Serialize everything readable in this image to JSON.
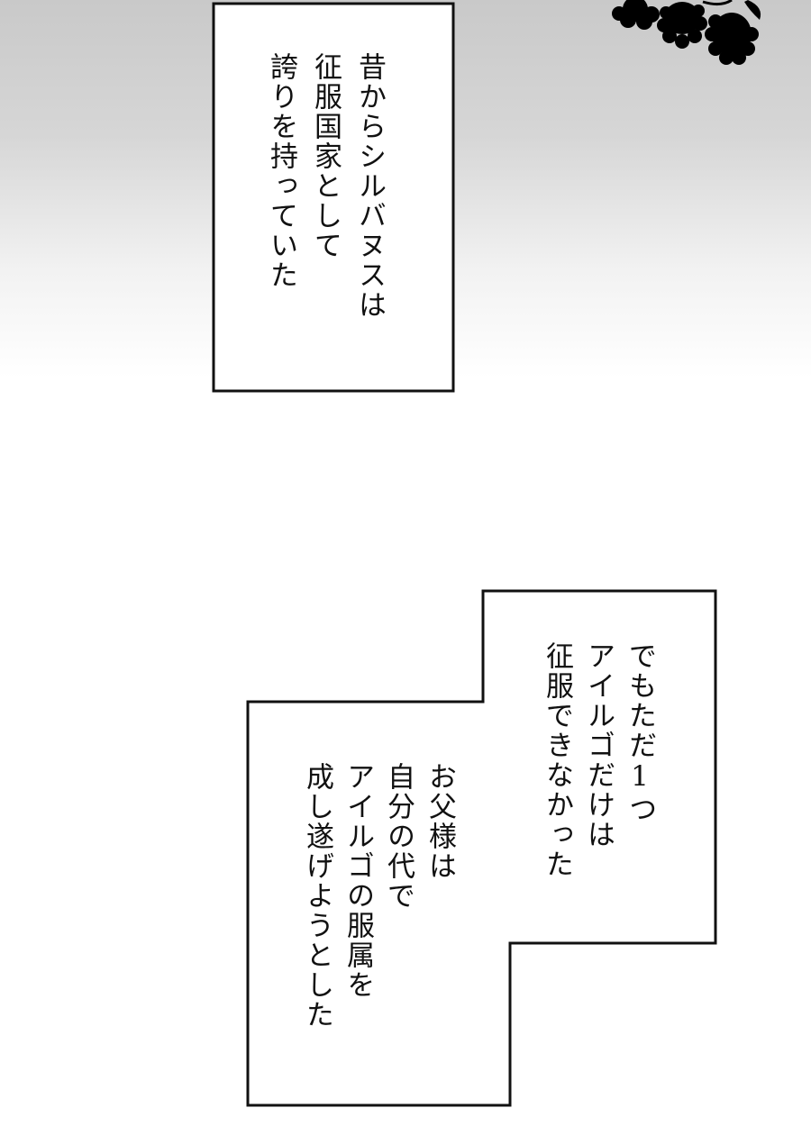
{
  "caption_box_1": {
    "lines": [
      "昔からシルバヌスは",
      "征服国家として",
      "誇りを持っていた"
    ]
  },
  "caption_box_2": {
    "lines_upper": [
      "でもただ1つ",
      "アイルゴだけは",
      "征服できなかった"
    ],
    "lines_lower": [
      "お父様は",
      "自分の代で",
      "アイルゴの服属を",
      "成し遂げようとした"
    ]
  },
  "decoration": {
    "icon": "oak-leaves-icon",
    "color": "#000000"
  },
  "colors": {
    "box_border": "#111111",
    "box_fill": "#ffffff",
    "background_top": "#c9c9c9"
  }
}
